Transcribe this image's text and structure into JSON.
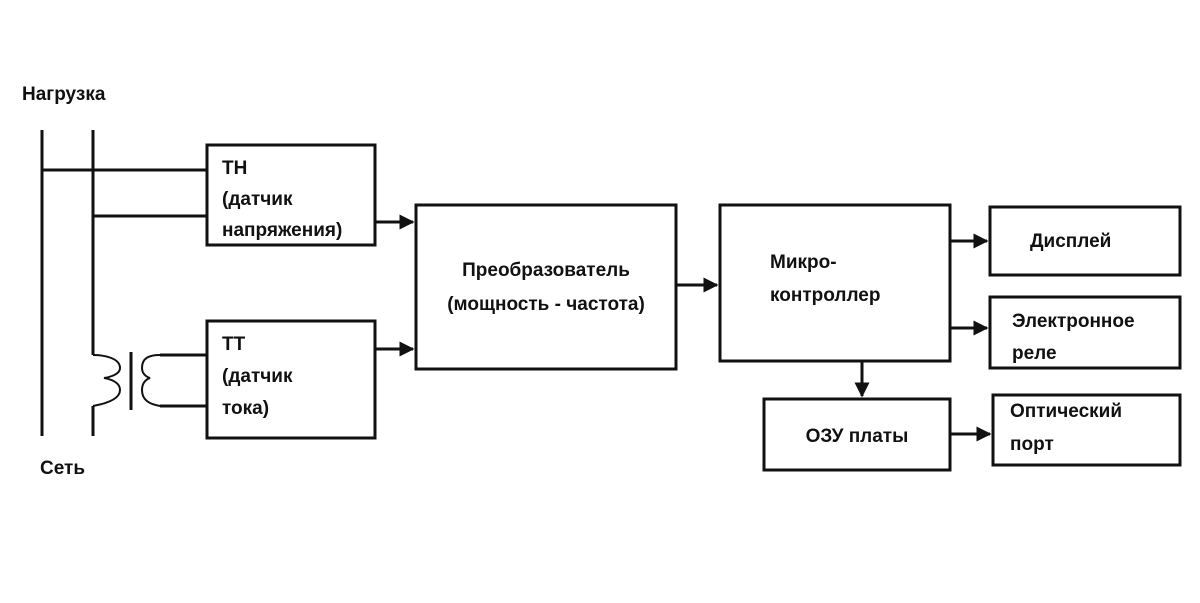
{
  "left_labels": {
    "load": "Нагрузка",
    "network": "Сеть"
  },
  "blocks": {
    "voltage_sensor": [
      "ТН",
      "(датчик",
      "напряжения)"
    ],
    "current_sensor": [
      "ТТ",
      "(датчик",
      "тока)"
    ],
    "converter": [
      "Преобразователь",
      "(мощность - частота)"
    ],
    "microcontroller": [
      "Микро-",
      "контроллер"
    ],
    "ram": [
      "ОЗУ платы"
    ],
    "display": [
      "Дисплей"
    ],
    "relay": [
      "Электронное",
      "реле"
    ],
    "optical_port": [
      "Оптический",
      "порт"
    ]
  }
}
